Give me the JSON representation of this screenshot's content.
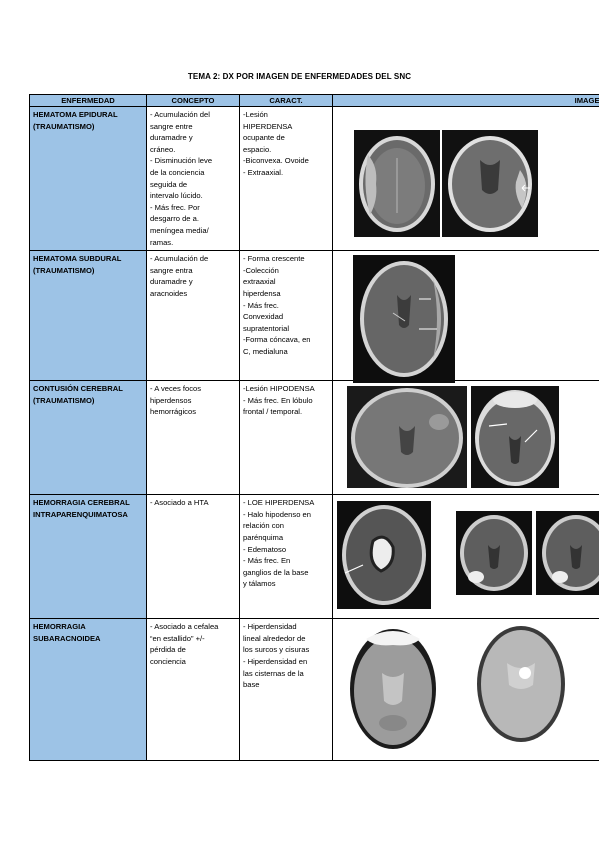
{
  "title": "TEMA 2: DX POR IMAGEN DE ENFERMEDADES DEL SNC",
  "headers": {
    "enfermedad": "ENFERMEDAD",
    "concepto": "CONCEPTO",
    "caract": "CARACT.",
    "imagen": "IMAGEN"
  },
  "rows": [
    {
      "enfermedad": [
        "HEMATOMA EPIDURAL",
        "(TRAUMATISMO)"
      ],
      "concepto": [
        "- Acumulación del",
        "sangre entre",
        "duramadre y",
        "cráneo.",
        "- Disminución leve",
        "de la conciencia",
        "seguida de",
        "intervalo lúcido.",
        "- Más frec. Por",
        "desgarro de a.",
        "meníngea media/",
        "ramas."
      ],
      "caract": [
        "-Lesión",
        "HIPERDENSA",
        "ocupante de",
        "espacio.",
        "-Biconvexa. Ovoide",
        "- Extraaxial."
      ]
    },
    {
      "enfermedad": [
        "HEMATOMA SUBDURAL",
        "(TRAUMATISMO)"
      ],
      "concepto": [
        "- Acumulación de",
        "sangre entra",
        "duramadre y",
        "aracnoides"
      ],
      "caract": [
        "- Forma crescente",
        "-Colección",
        "extraaxial",
        "hiperdensa",
        "- Más frec.",
        "Convexidad",
        "supratentorial",
        "-Forma cóncava, en",
        "C, medialuna"
      ]
    },
    {
      "enfermedad": [
        "CONTUSIÓN CEREBRAL",
        "(TRAUMATISMO)"
      ],
      "concepto": [
        "- A veces focos",
        "hiperdensos",
        "hemorrágicos"
      ],
      "caract": [
        "-Lesión HIPODENSA",
        "- Más frec. En lóbulo",
        "frontal / temporal."
      ]
    },
    {
      "enfermedad": [
        "HEMORRAGIA CEREBRAL",
        "INTRAPARENQUIMATOSA"
      ],
      "concepto": [
        "- Asociado a HTA"
      ],
      "caract": [
        "- LOE HIPERDENSA",
        "- Halo hipodenso en",
        "relación con",
        "parénquima",
        "- Edematoso",
        "- Más frec. En",
        "ganglios de la base",
        "y tálamos"
      ]
    },
    {
      "enfermedad": [
        "HEMORRAGIA",
        "SUBARACNOIDEA"
      ],
      "concepto": [
        "- Asociado a cefalea",
        "“en estallido” +/-",
        "pérdida de",
        "conciencia"
      ],
      "caract": [
        "- Hiperdensidad",
        "lineal alrededor de",
        "los surcos y cisuras",
        "- Hiperdensidad en",
        "las cisternas de la",
        "base"
      ]
    }
  ]
}
